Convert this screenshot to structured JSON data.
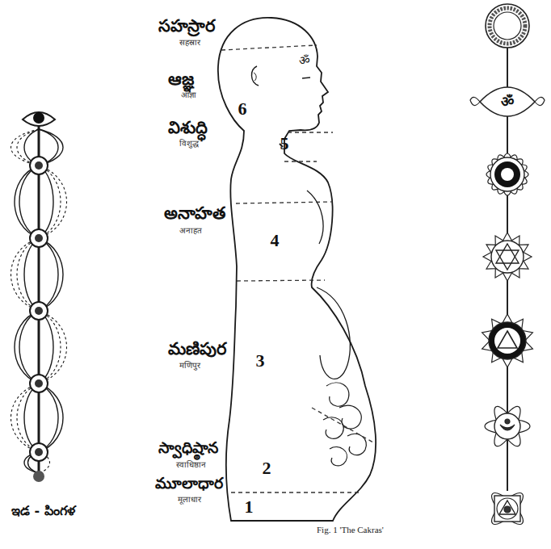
{
  "diagram": {
    "caption": "Fig. 1 'The Cakras'",
    "labels": [
      "సహస్రార",
      "सहस्रार",
      "ఆజ్ఞ",
      "आज्ञा",
      "విశుద్ధి",
      "विशुद्ध",
      "అనాహత",
      "अनाहत",
      "మణిపుర",
      "मणिपुर",
      "స్వాధిష్ఠాన",
      "स्वाधिष्ठान",
      "మూలాధార",
      "मूलाधार",
      "6",
      "5",
      "4",
      "3",
      "2",
      "1",
      "ॐ",
      "ॐ",
      "ఇడ - పింగళ"
    ]
  }
}
